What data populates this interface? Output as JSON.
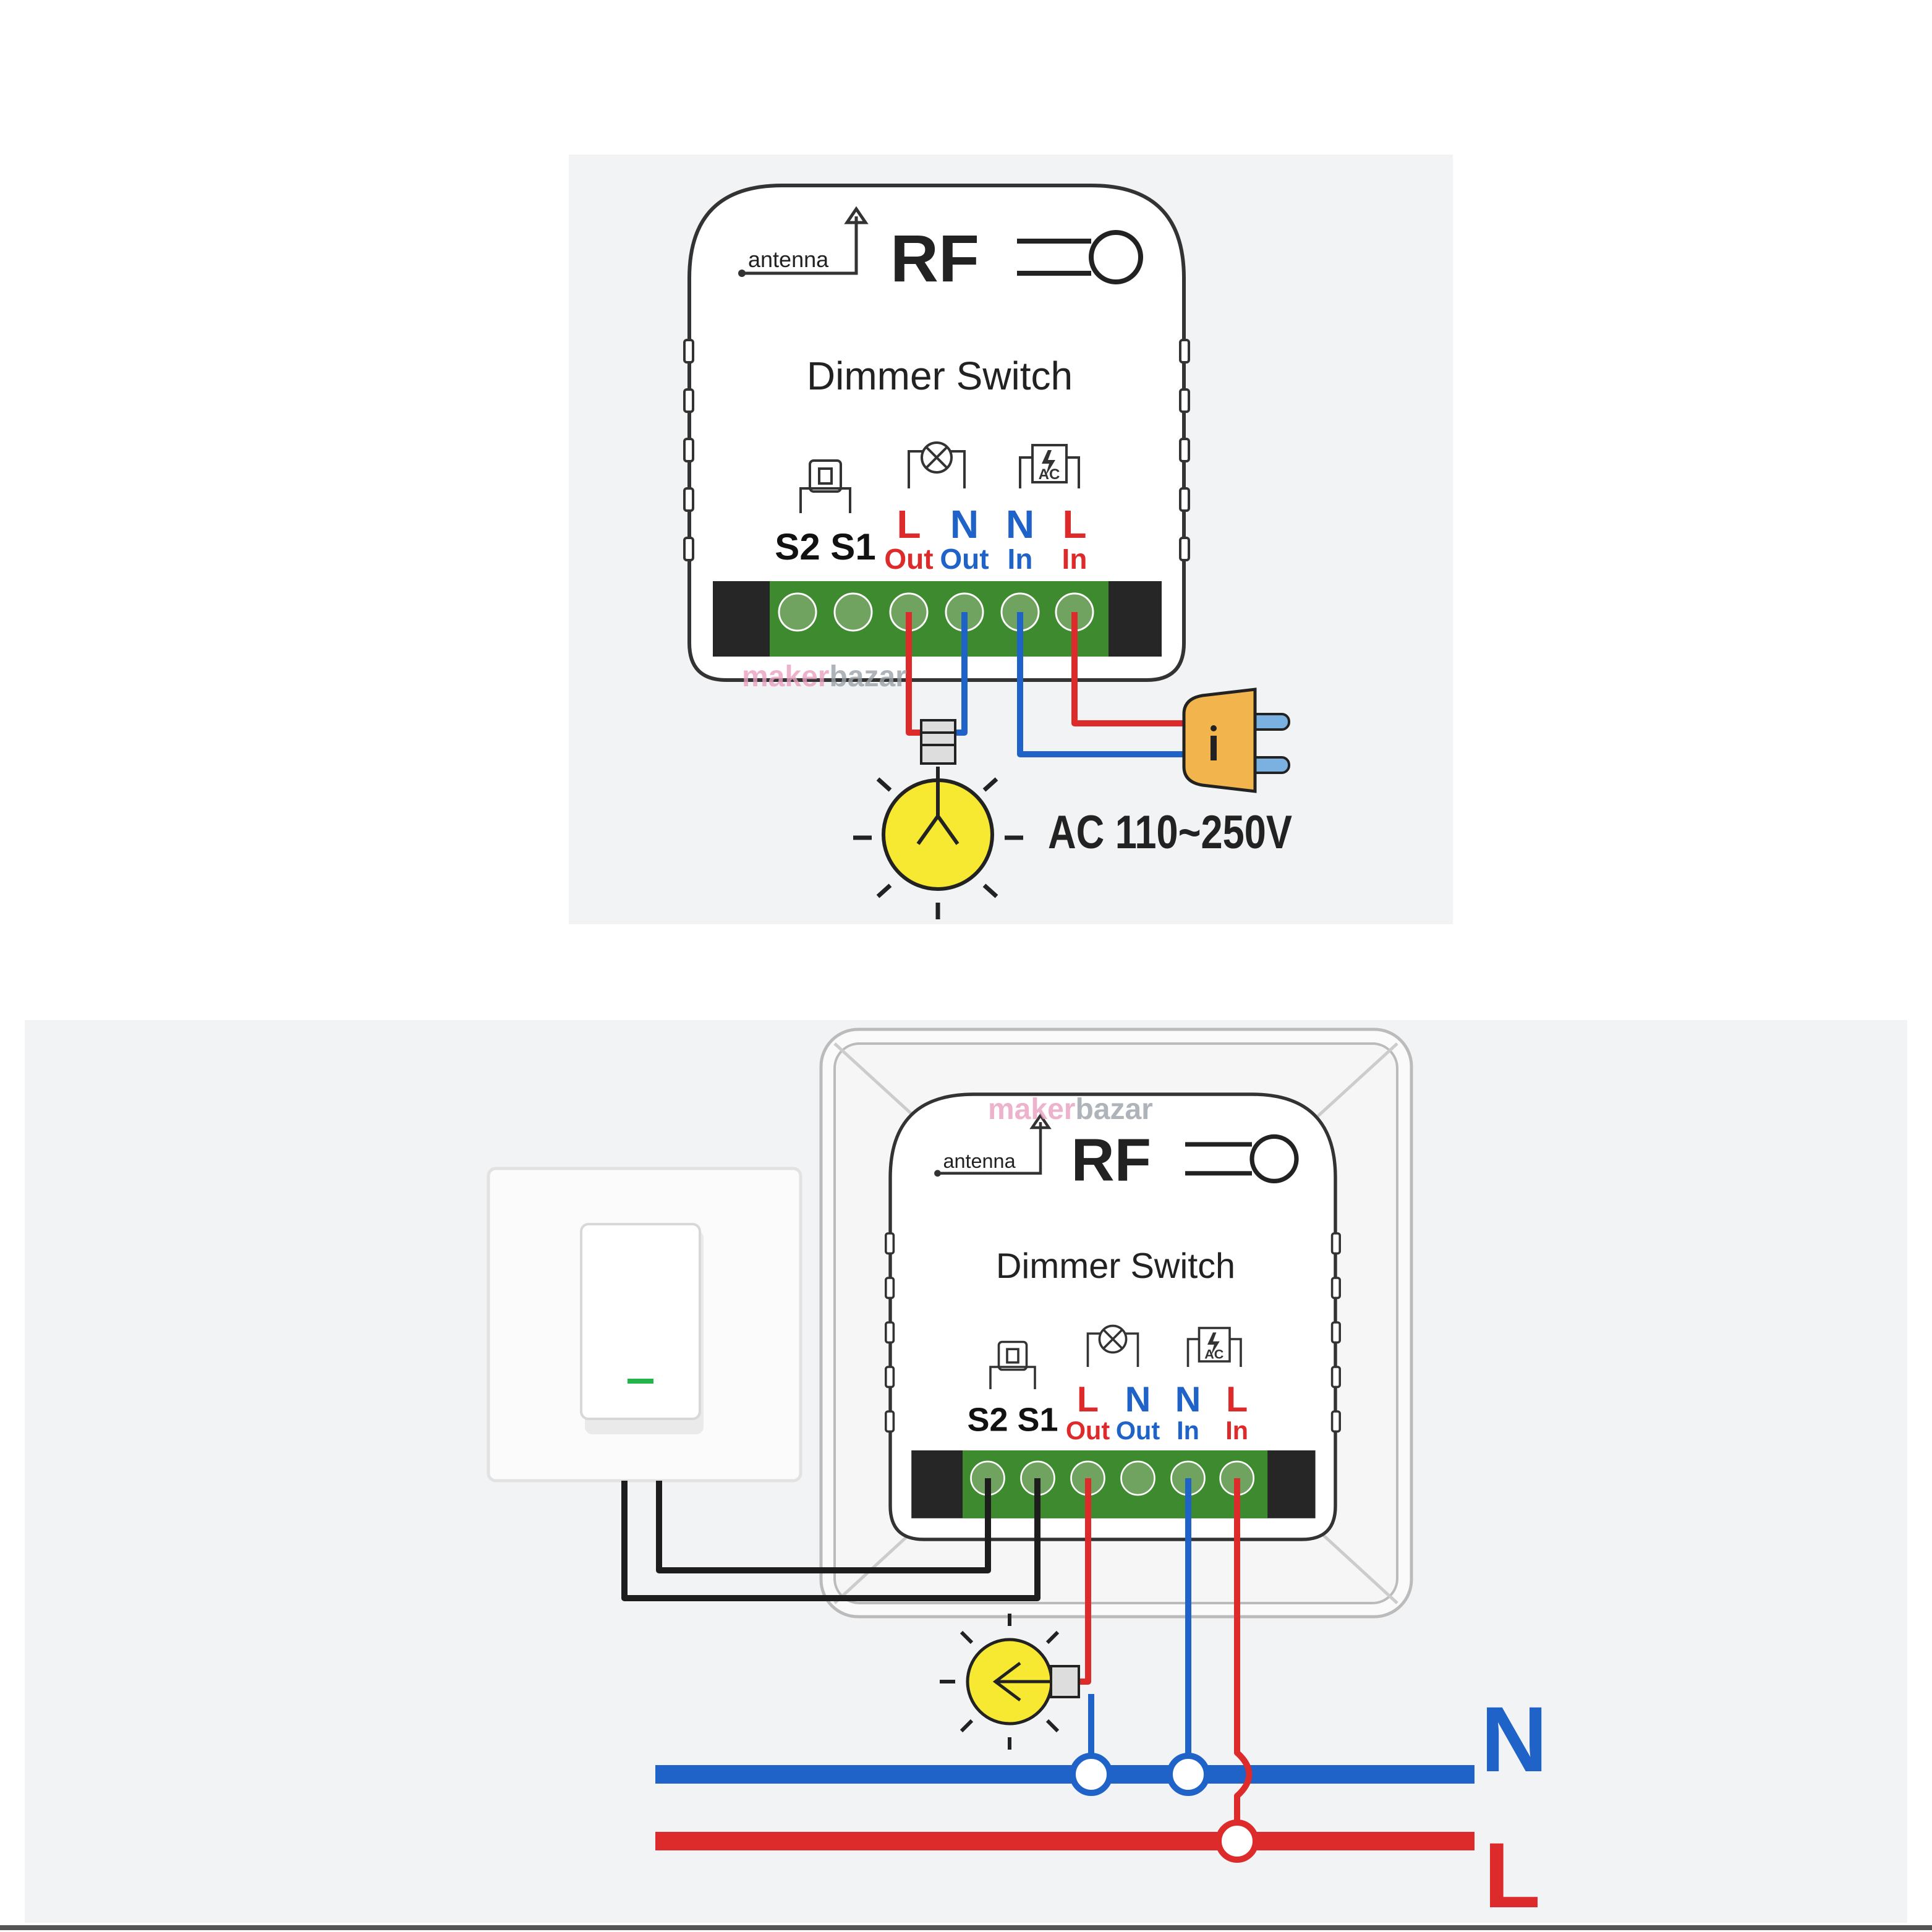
{
  "colors": {
    "live": "#dd2a2a",
    "neutral": "#1f63c8",
    "terminal_block": "#3e8a2e",
    "bulb": "#f7e832",
    "plug": "#f2b44c",
    "switch_wire": "#1d1d1d",
    "switch_led": "#25b34b"
  },
  "watermark": {
    "part1": "maker",
    "part2": "bazar"
  },
  "module": {
    "antenna_label": "antenna",
    "rf_label": "RF",
    "title": "Dimmer Switch",
    "terminals": [
      {
        "top": "S2",
        "bottom": ""
      },
      {
        "top": "S1",
        "bottom": ""
      },
      {
        "top": "L",
        "bottom": "Out"
      },
      {
        "top": "N",
        "bottom": "Out"
      },
      {
        "top": "N",
        "bottom": "In"
      },
      {
        "top": "L",
        "bottom": "In"
      }
    ],
    "ac_icon_label": "AC"
  },
  "diagram1": {
    "supply_label": "AC 110~250V"
  },
  "diagram2": {
    "neutral_label": "N",
    "live_label": "L"
  }
}
